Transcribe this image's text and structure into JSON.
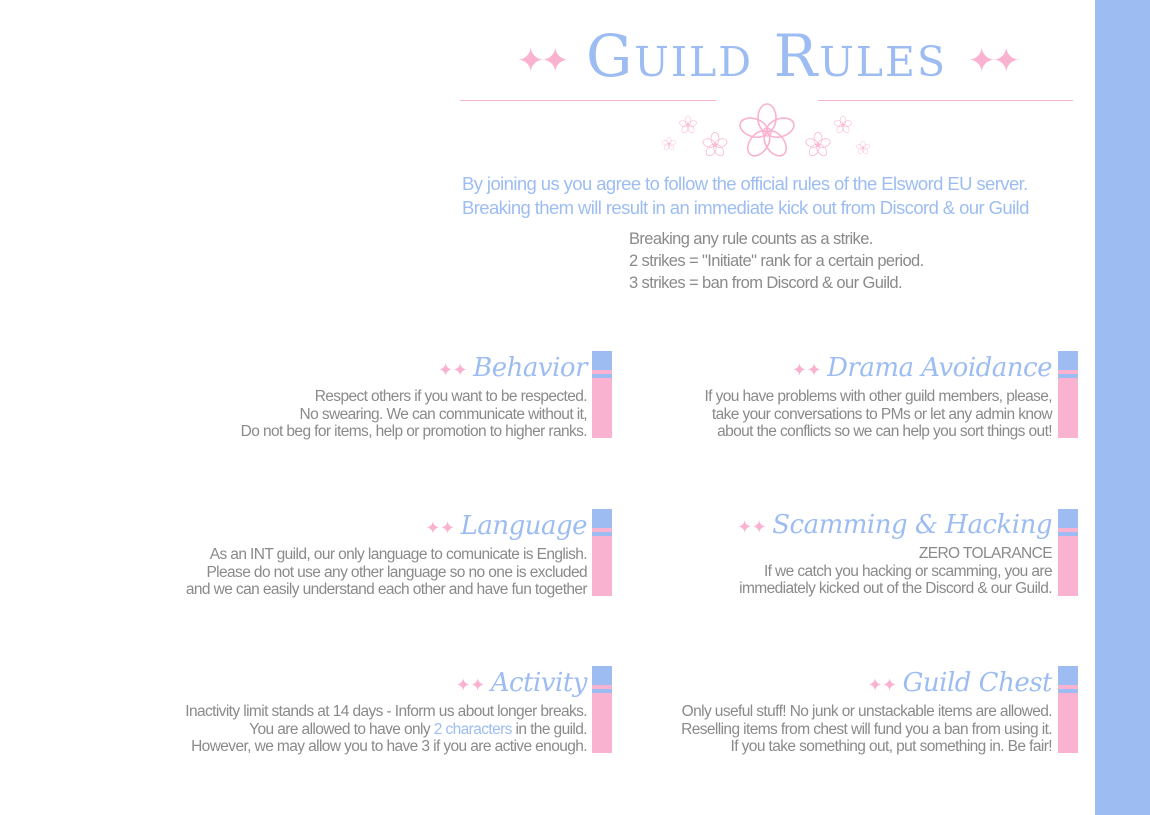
{
  "header": {
    "title": "Guild Rules"
  },
  "intro": {
    "line1": "By joining us you agree to follow the official rules of the Elsword EU server.",
    "line2": "Breaking them will result in an immediate kick out from Discord & our Guild"
  },
  "strikes": {
    "line1": "Breaking any rule counts as a strike.",
    "line2": "2 strikes = \"Initiate\" rank for a certain period.",
    "line3": "3 strikes = ban from Discord & our Guild."
  },
  "sections": {
    "behavior": {
      "title": "Behavior",
      "lines": [
        "Respect others if you want to be respected.",
        "No swearing. We can communicate without it,",
        "Do not beg for items, help or promotion to higher ranks."
      ]
    },
    "drama": {
      "title": "Drama Avoidance",
      "lines": [
        "If you have problems with other guild members, please,",
        "take your conversations to PMs or let any admin know",
        "about the conflicts so we can help you sort things out!"
      ]
    },
    "language": {
      "title": "Language",
      "lines": [
        "As an INT guild, our only language to comunicate is English.",
        "Please do not use any other language so no one is excluded",
        "and we can easily understand each other and have fun together"
      ]
    },
    "scamming": {
      "title": "Scamming & Hacking",
      "lines": [
        "ZERO TOLARANCE",
        "If we catch you hacking or scamming, you are",
        "immediately kicked out of the Discord & our Guild."
      ]
    },
    "activity": {
      "title": "Activity",
      "line1": "Inactivity limit stands at 14 days - Inform us about longer breaks.",
      "line2_pre": "You are allowed to have only ",
      "line2_hl": "2 characters",
      "line2_post": " in the guild.",
      "line3": "However, we may allow you to have 3 if you are active enough."
    },
    "chest": {
      "title": "Guild Chest",
      "lines": [
        "Only useful stuff! No junk or unstackable items are allowed.",
        "Reselling items from chest will fund you a ban from using it.",
        "If you take something out, put something in. Be fair!"
      ]
    }
  },
  "colors": {
    "blue": "#9dbdf2",
    "pink": "#f9b2d0",
    "gray": "#8a8a8a"
  }
}
